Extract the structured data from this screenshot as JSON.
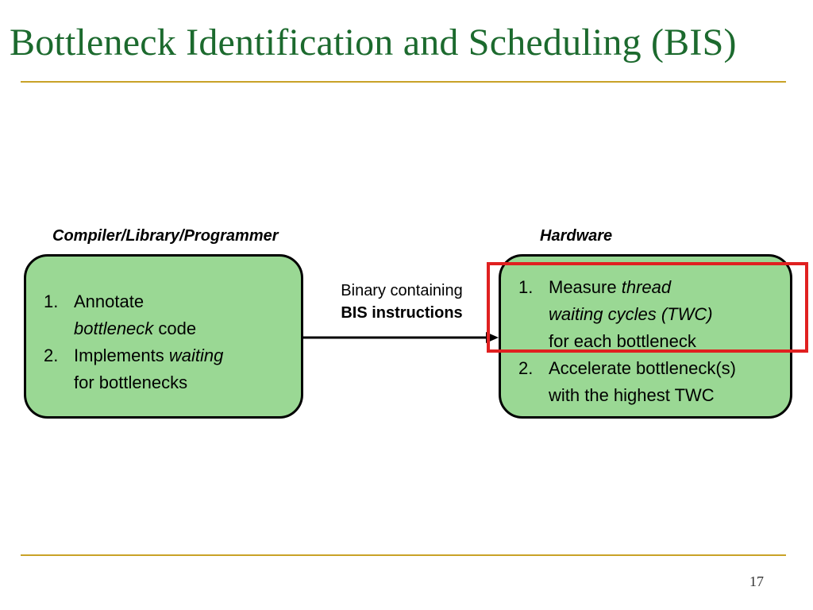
{
  "slide": {
    "title": "Bottleneck Identification and Scheduling (BIS)",
    "page_number": "17"
  },
  "left": {
    "heading": "Compiler/Library/Programmer",
    "items": [
      {
        "num": "1.",
        "lines": [
          [
            "Annotate"
          ],
          [
            {
              "t": "bottleneck",
              "i": true
            },
            " code"
          ]
        ]
      },
      {
        "num": "2.",
        "lines": [
          [
            "Implements ",
            {
              "t": "waiting",
              "i": true
            }
          ],
          [
            "for bottlenecks"
          ]
        ]
      }
    ]
  },
  "connector": {
    "line1": "Binary containing",
    "line2": "BIS instructions"
  },
  "right": {
    "heading": "Hardware",
    "items": [
      {
        "num": "1.",
        "lines": [
          [
            "Measure ",
            {
              "t": "thread",
              "i": true
            }
          ],
          [
            {
              "t": "waiting cycles (TWC)",
              "i": true
            }
          ],
          [
            "for each bottleneck"
          ]
        ]
      },
      {
        "num": "2.",
        "lines": [
          [
            "Accelerate bottleneck(s)"
          ],
          [
            "with the highest TWC"
          ]
        ]
      }
    ]
  },
  "colors": {
    "title": "#1c6a2e",
    "rule": "#c9a227",
    "box_fill": "#9ad894",
    "highlight": "#e02020"
  }
}
